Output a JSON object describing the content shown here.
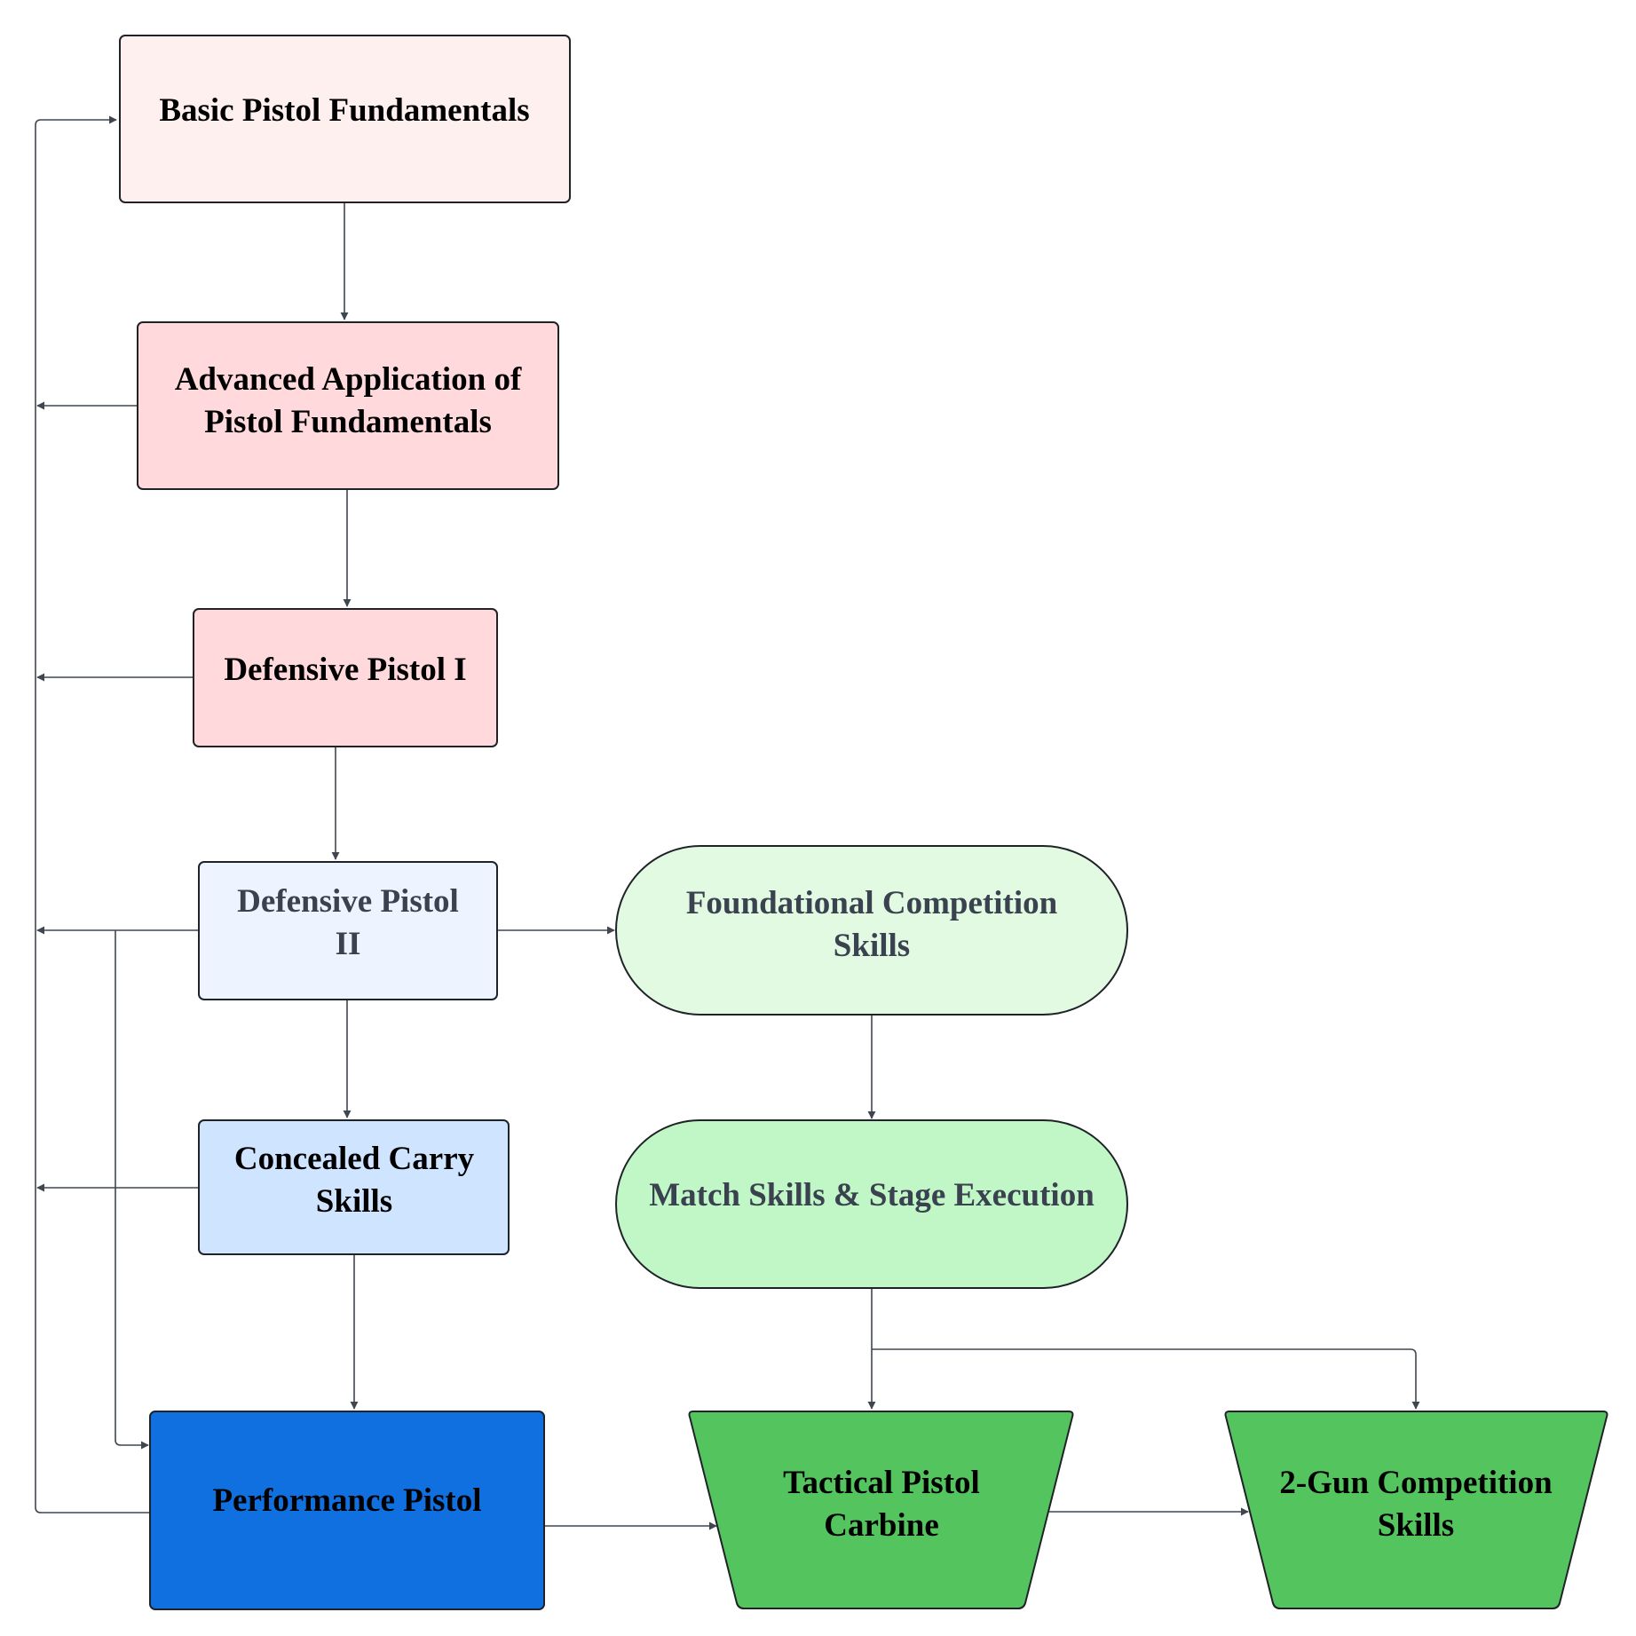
{
  "colors": {
    "edge": "#3f4650",
    "node_stroke": "#1f2328",
    "text_dark": "#000000",
    "text_slate": "#3a4250"
  },
  "nodes": {
    "basic_pistol": {
      "lines": [
        "Basic Pistol Fundamentals"
      ],
      "fill": "#fff0f0",
      "text_color": "#000000"
    },
    "advanced_application": {
      "lines": [
        "Advanced Application of",
        "Pistol Fundamentals"
      ],
      "fill": "#ffd9dc",
      "text_color": "#000000"
    },
    "defensive_pistol_1": {
      "lines": [
        "Defensive Pistol I"
      ],
      "fill": "#ffd9dc",
      "text_color": "#000000"
    },
    "defensive_pistol_2": {
      "lines": [
        "Defensive Pistol",
        "II"
      ],
      "fill": "#edf4ff",
      "text_color": "#3a4250"
    },
    "concealed_carry": {
      "lines": [
        "Concealed Carry",
        "Skills"
      ],
      "fill": "#cfe4ff",
      "text_color": "#000000"
    },
    "performance_pistol": {
      "lines": [
        "Performance Pistol"
      ],
      "fill": "#1070e0",
      "text_color": "#000000"
    },
    "foundational_competition": {
      "lines": [
        "Foundational Competition",
        "Skills"
      ],
      "fill": "#e2fae2",
      "text_color": "#3a4250"
    },
    "match_skills": {
      "lines": [
        "Match Skills & Stage Execution"
      ],
      "fill": "#c1f7c6",
      "text_color": "#3a4250"
    },
    "tactical_pistol_carbine": {
      "lines": [
        "Tactical Pistol",
        "Carbine"
      ],
      "fill": "#54c45e",
      "text_color": "#000000"
    },
    "two_gun_competition": {
      "lines": [
        "2-Gun Competition",
        "Skills"
      ],
      "fill": "#54c45e",
      "text_color": "#000000"
    }
  }
}
